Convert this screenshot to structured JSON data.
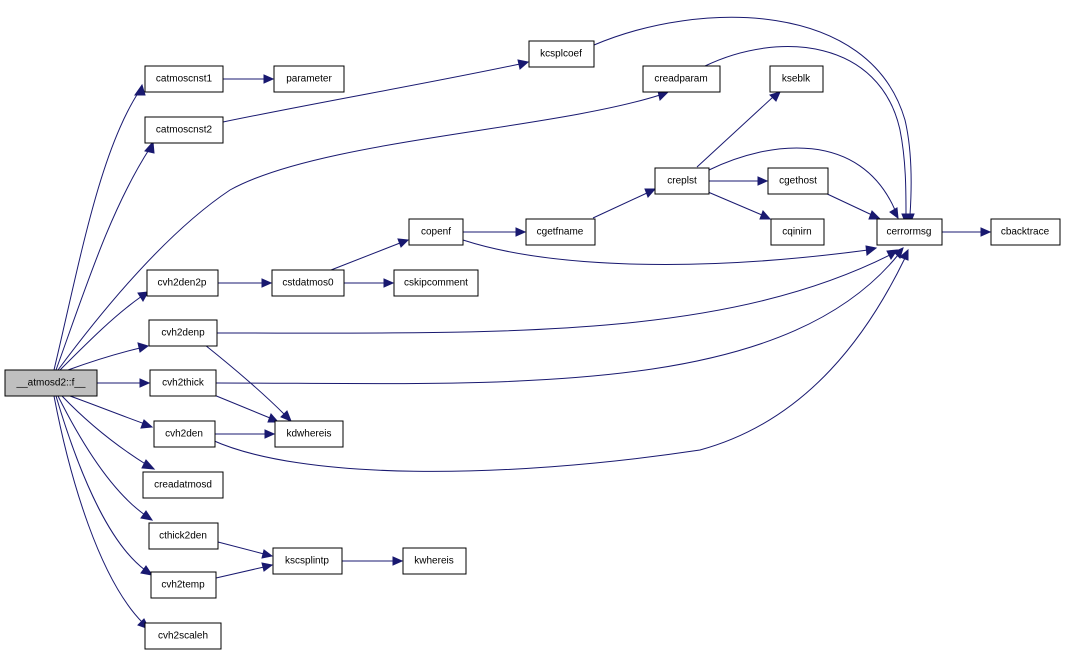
{
  "colors": {
    "edge": "#191970",
    "root_fill": "#bfbfbf",
    "node_fill": "#ffffff",
    "node_border": "#000000"
  },
  "nodes": {
    "root": "__atmosd2::f__",
    "catmoscnst1": "catmoscnst1",
    "parameter": "parameter",
    "catmoscnst2": "catmoscnst2",
    "kcsplcoef": "kcsplcoef",
    "creadparam": "creadparam",
    "kseblk": "kseblk",
    "creplst": "creplst",
    "cgethost": "cgethost",
    "cqinirn": "cqinirn",
    "copenf": "copenf",
    "cgetfname": "cgetfname",
    "cerrormsg": "cerrormsg",
    "cbacktrace": "cbacktrace",
    "cvh2den2p": "cvh2den2p",
    "cstdatmos0": "cstdatmos0",
    "cskipcomment": "cskipcomment",
    "cvh2denp": "cvh2denp",
    "cvh2thick": "cvh2thick",
    "cvh2den": "cvh2den",
    "kdwhereis": "kdwhereis",
    "creadatmosd": "creadatmosd",
    "cthick2den": "cthick2den",
    "kscsplintp": "kscsplintp",
    "kwhereis": "kwhereis",
    "cvh2temp": "cvh2temp",
    "cvh2scaleh": "cvh2scaleh"
  }
}
